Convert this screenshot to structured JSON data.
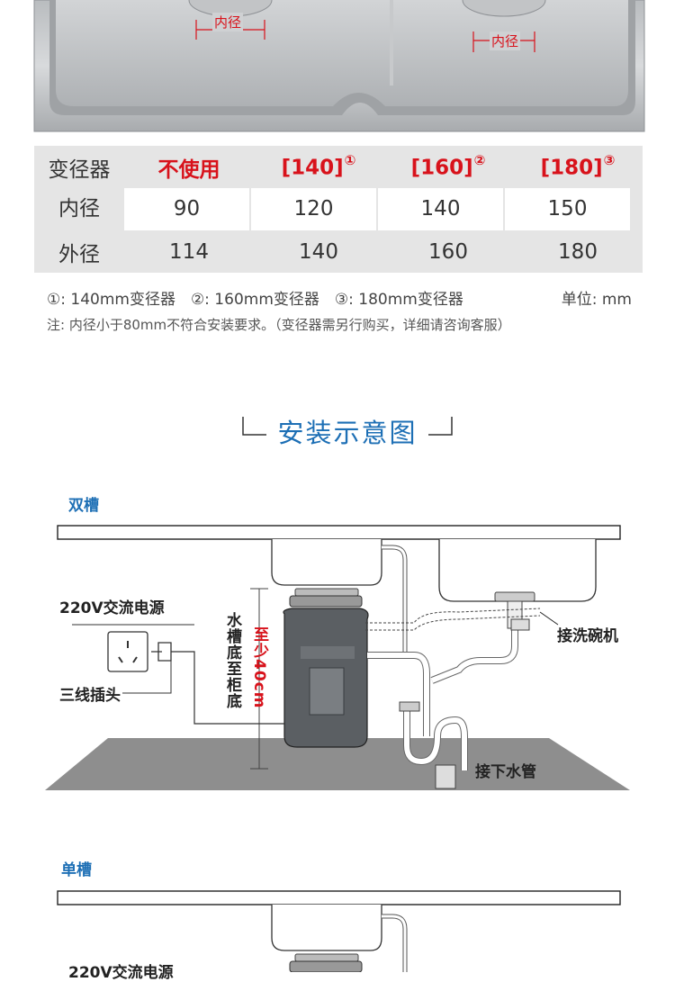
{
  "sink_photo": {
    "left_label": "内径",
    "right_label": "内径"
  },
  "table": {
    "header": [
      "变径器",
      "不使用",
      "[140]",
      "[160]",
      "[180]"
    ],
    "header_marks": [
      "",
      "",
      "①",
      "②",
      "③"
    ],
    "rows": [
      {
        "label": "内径",
        "values": [
          "90",
          "120",
          "140",
          "150"
        ]
      },
      {
        "label": "外径",
        "values": [
          "114",
          "140",
          "160",
          "180"
        ]
      }
    ]
  },
  "notes": {
    "line1": "①: 140mm变径器　②: 160mm变径器　③: 180mm变径器",
    "unit": "单位: mm",
    "line2": "注: 内径小于80mm不符合安装要求。（变径器需另行购买，详细请咨询客服）"
  },
  "section_title": "安装示意图",
  "double_sink": {
    "title": "双槽",
    "power_label": "220V交流电源",
    "plug_label": "三线插头",
    "vertical_black": "水槽底至柜底",
    "vertical_red": "至少40cm",
    "dishwasher_label": "接洗碗机",
    "drain_label": "接下水管"
  },
  "single_sink": {
    "title": "单槽",
    "power_label": "220V交流电源"
  },
  "colors": {
    "accent_blue": "#1d6fb5",
    "accent_red": "#d8121b",
    "table_shade": "#e5e5e5"
  }
}
